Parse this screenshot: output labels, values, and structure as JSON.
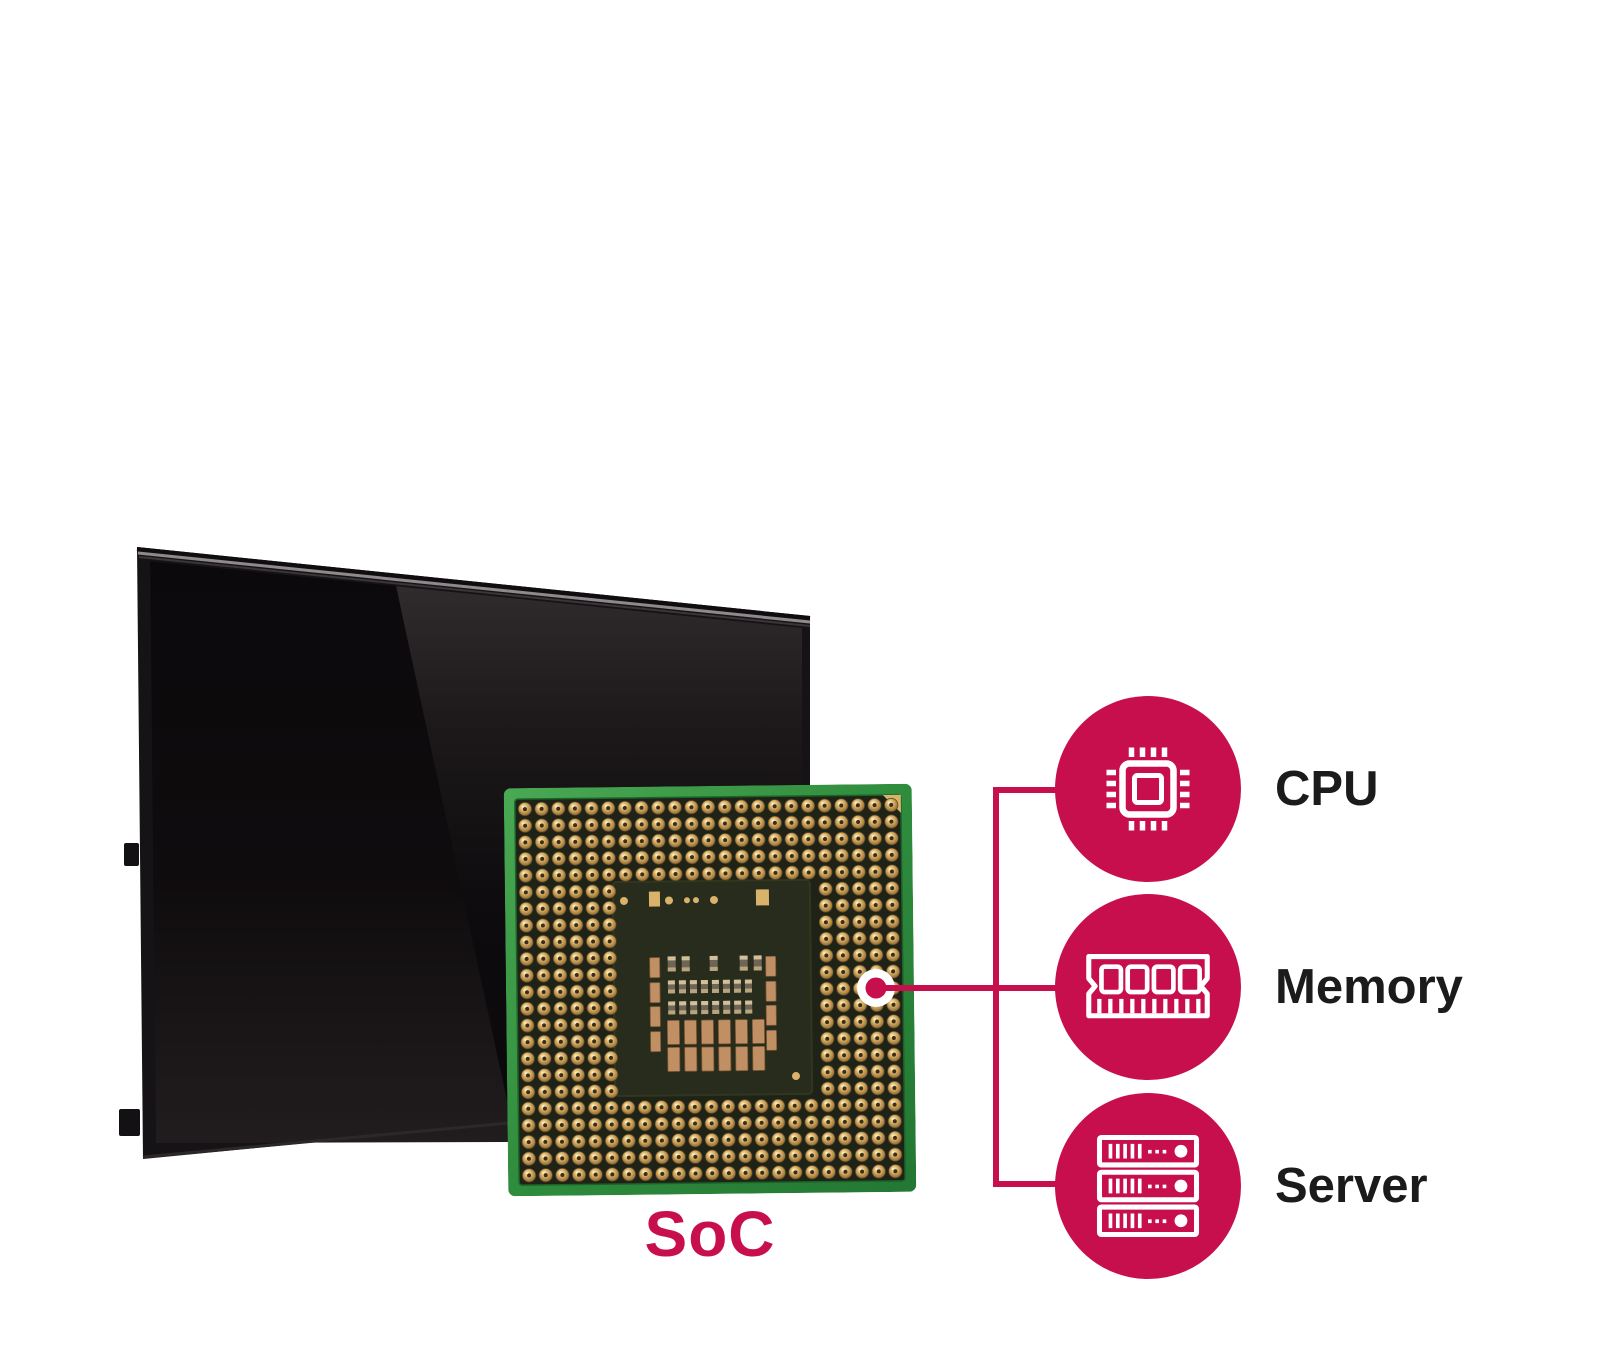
{
  "diagram": {
    "soc_label": "SoC",
    "features": [
      {
        "id": "cpu",
        "label": "CPU",
        "icon": "cpu-chip-icon"
      },
      {
        "id": "memory",
        "label": "Memory",
        "icon": "memory-module-icon"
      },
      {
        "id": "server",
        "label": "Server",
        "icon": "server-rack-icon"
      }
    ]
  },
  "colors": {
    "accent": "#c70f4d",
    "feature_label_text": "#1c1b1b",
    "pcb_green": "#2d8a3b",
    "pin_gold": "#d9b26e",
    "background": "#ffffff"
  }
}
